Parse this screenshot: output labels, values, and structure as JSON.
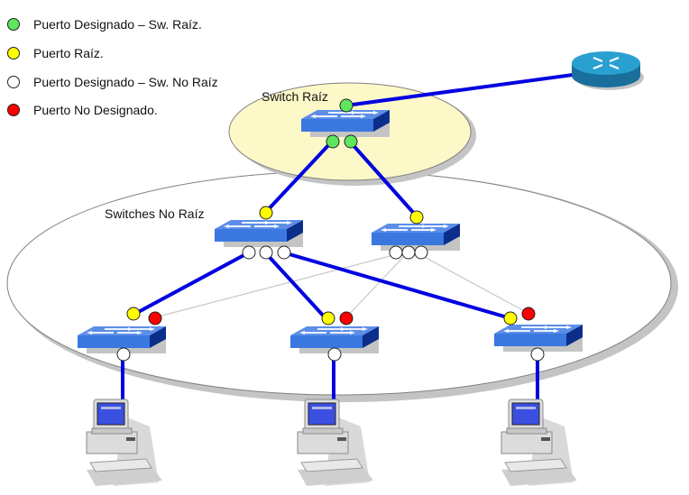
{
  "legend": {
    "items": [
      {
        "label": "Puerto Designado – Sw. Raíz.",
        "color": "#5ee65e",
        "role": "designated-root"
      },
      {
        "label": "Puerto Raíz.",
        "color": "#ffff00",
        "role": "root-port"
      },
      {
        "label": "Puerto Designado – Sw. No Raíz",
        "color": "#ffffff",
        "role": "designated-nonroot"
      },
      {
        "label": "Puerto No Designado.",
        "color": "#ff0000",
        "role": "non-designated"
      }
    ]
  },
  "areas": {
    "root_label": "Switch Raíz",
    "nonroot_label": "Switches No Raíz"
  },
  "colors": {
    "active_link": "#0000e0",
    "blocked_link": "#c8c8c8",
    "root_area_fill": "#fdf8c8",
    "switch_top": "#5c8ee8",
    "switch_front": "#3a78e0",
    "switch_side": "#0a2e8a",
    "router": "#1e90c0"
  },
  "devices": {
    "router": "router",
    "root_switch": "switch-root",
    "distribution": [
      "switch-dist-1",
      "switch-dist-2"
    ],
    "access": [
      "switch-access-1",
      "switch-access-2",
      "switch-access-3"
    ],
    "hosts": [
      "pc-1",
      "pc-2",
      "pc-3"
    ]
  }
}
